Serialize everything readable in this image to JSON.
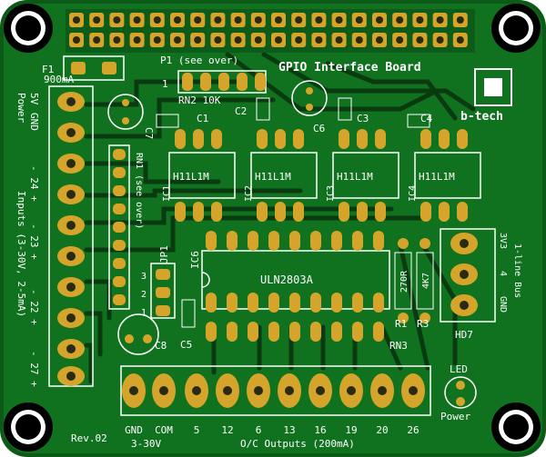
{
  "board": {
    "title": "GPIO Interface Board",
    "logo": "b-tech",
    "revision": "Rev.02",
    "colors": {
      "pcb": "#10721f",
      "pcb_edge": "#0b5a17",
      "trace": "#0a3a10",
      "pad": "#d4a52a",
      "hole": "#2a2a10",
      "silk": "#ffffff"
    }
  },
  "labels": {
    "p1": "P1 (see over)",
    "one": "1",
    "f1": "F1",
    "f1_val": "900mA",
    "power_5v": "5V",
    "power_gnd": "GND",
    "power_word": "Power",
    "rn2": "RN2 10K",
    "c1": "C1",
    "c2": "C2",
    "c3": "C3",
    "c4": "C4",
    "c5": "C5",
    "c6": "C6",
    "c7": "C7",
    "c8": "C8",
    "ic1": "IC1",
    "ic2": "IC2",
    "ic3": "IC3",
    "ic4": "IC4",
    "ic6": "IC6",
    "h11": "H11L1M",
    "uln": "ULN2803A",
    "rn1": "RN1 (see over)",
    "rn3": "RN3",
    "jp1": "JP1",
    "r1": "R1",
    "r3": "R3",
    "r1_val": "270R",
    "r3_val": "4K7",
    "hd7": "HD7",
    "bus_gnd": "GND",
    "bus_4": "4",
    "bus_3v3": "3V3",
    "bus_title": "1-line Bus",
    "led": "LED",
    "power_bottom": "Power",
    "inputs": "Inputs (3-30V, 2-5mA)",
    "ch24": "- 24 +",
    "ch23": "- 23 +",
    "ch22": "- 22 +",
    "ch27": "- 27 +",
    "jp_1": "1",
    "jp_2": "2",
    "jp_3": "3",
    "bottom_nums": [
      "GND",
      "COM",
      "5",
      "12",
      "6",
      "13",
      "16",
      "19",
      "20",
      "26"
    ],
    "range": "3-30V",
    "outputs": "O/C Outputs (200mA)"
  }
}
